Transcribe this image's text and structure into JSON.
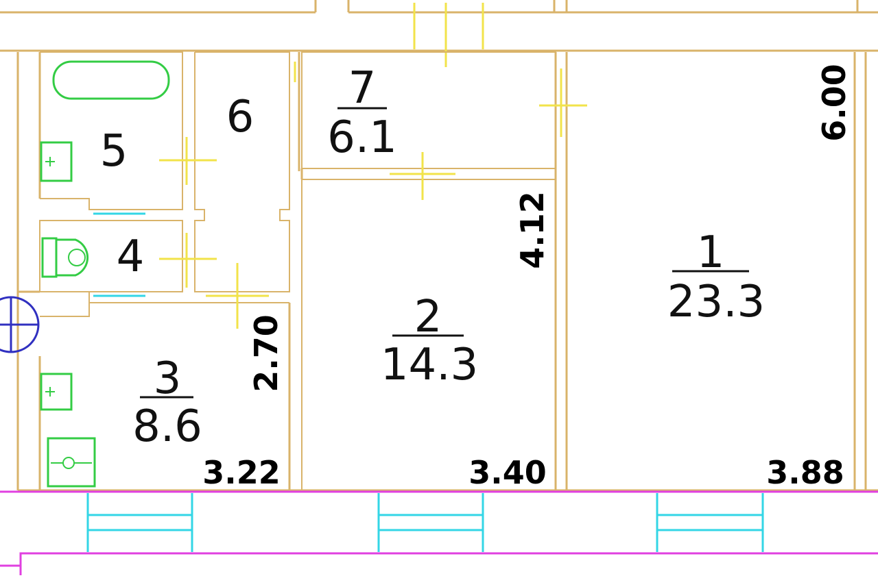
{
  "colors": {
    "wall": "#d9b36a",
    "door": "#f2e34a",
    "fixture": "#33cc44",
    "balcony": "#e040e0",
    "window": "#33d6e6",
    "vent": "#3030c0"
  },
  "rooms": [
    {
      "number": "1",
      "area": "23.3"
    },
    {
      "number": "2",
      "area": "14.3"
    },
    {
      "number": "3",
      "area": "8.6"
    },
    {
      "number": "4"
    },
    {
      "number": "5"
    },
    {
      "number": "6"
    },
    {
      "number": "7",
      "area": "6.1"
    }
  ],
  "dimensions": {
    "room1_height": "6.00",
    "room2_height": "4.12",
    "room3_height": "2.70",
    "room1_width": "3.88",
    "room2_width": "3.40",
    "room3_width": "3.22"
  },
  "icons": [
    "bathtub-icon",
    "sink-icon",
    "toilet-icon",
    "stove-icon",
    "ventilation-shaft-icon"
  ]
}
